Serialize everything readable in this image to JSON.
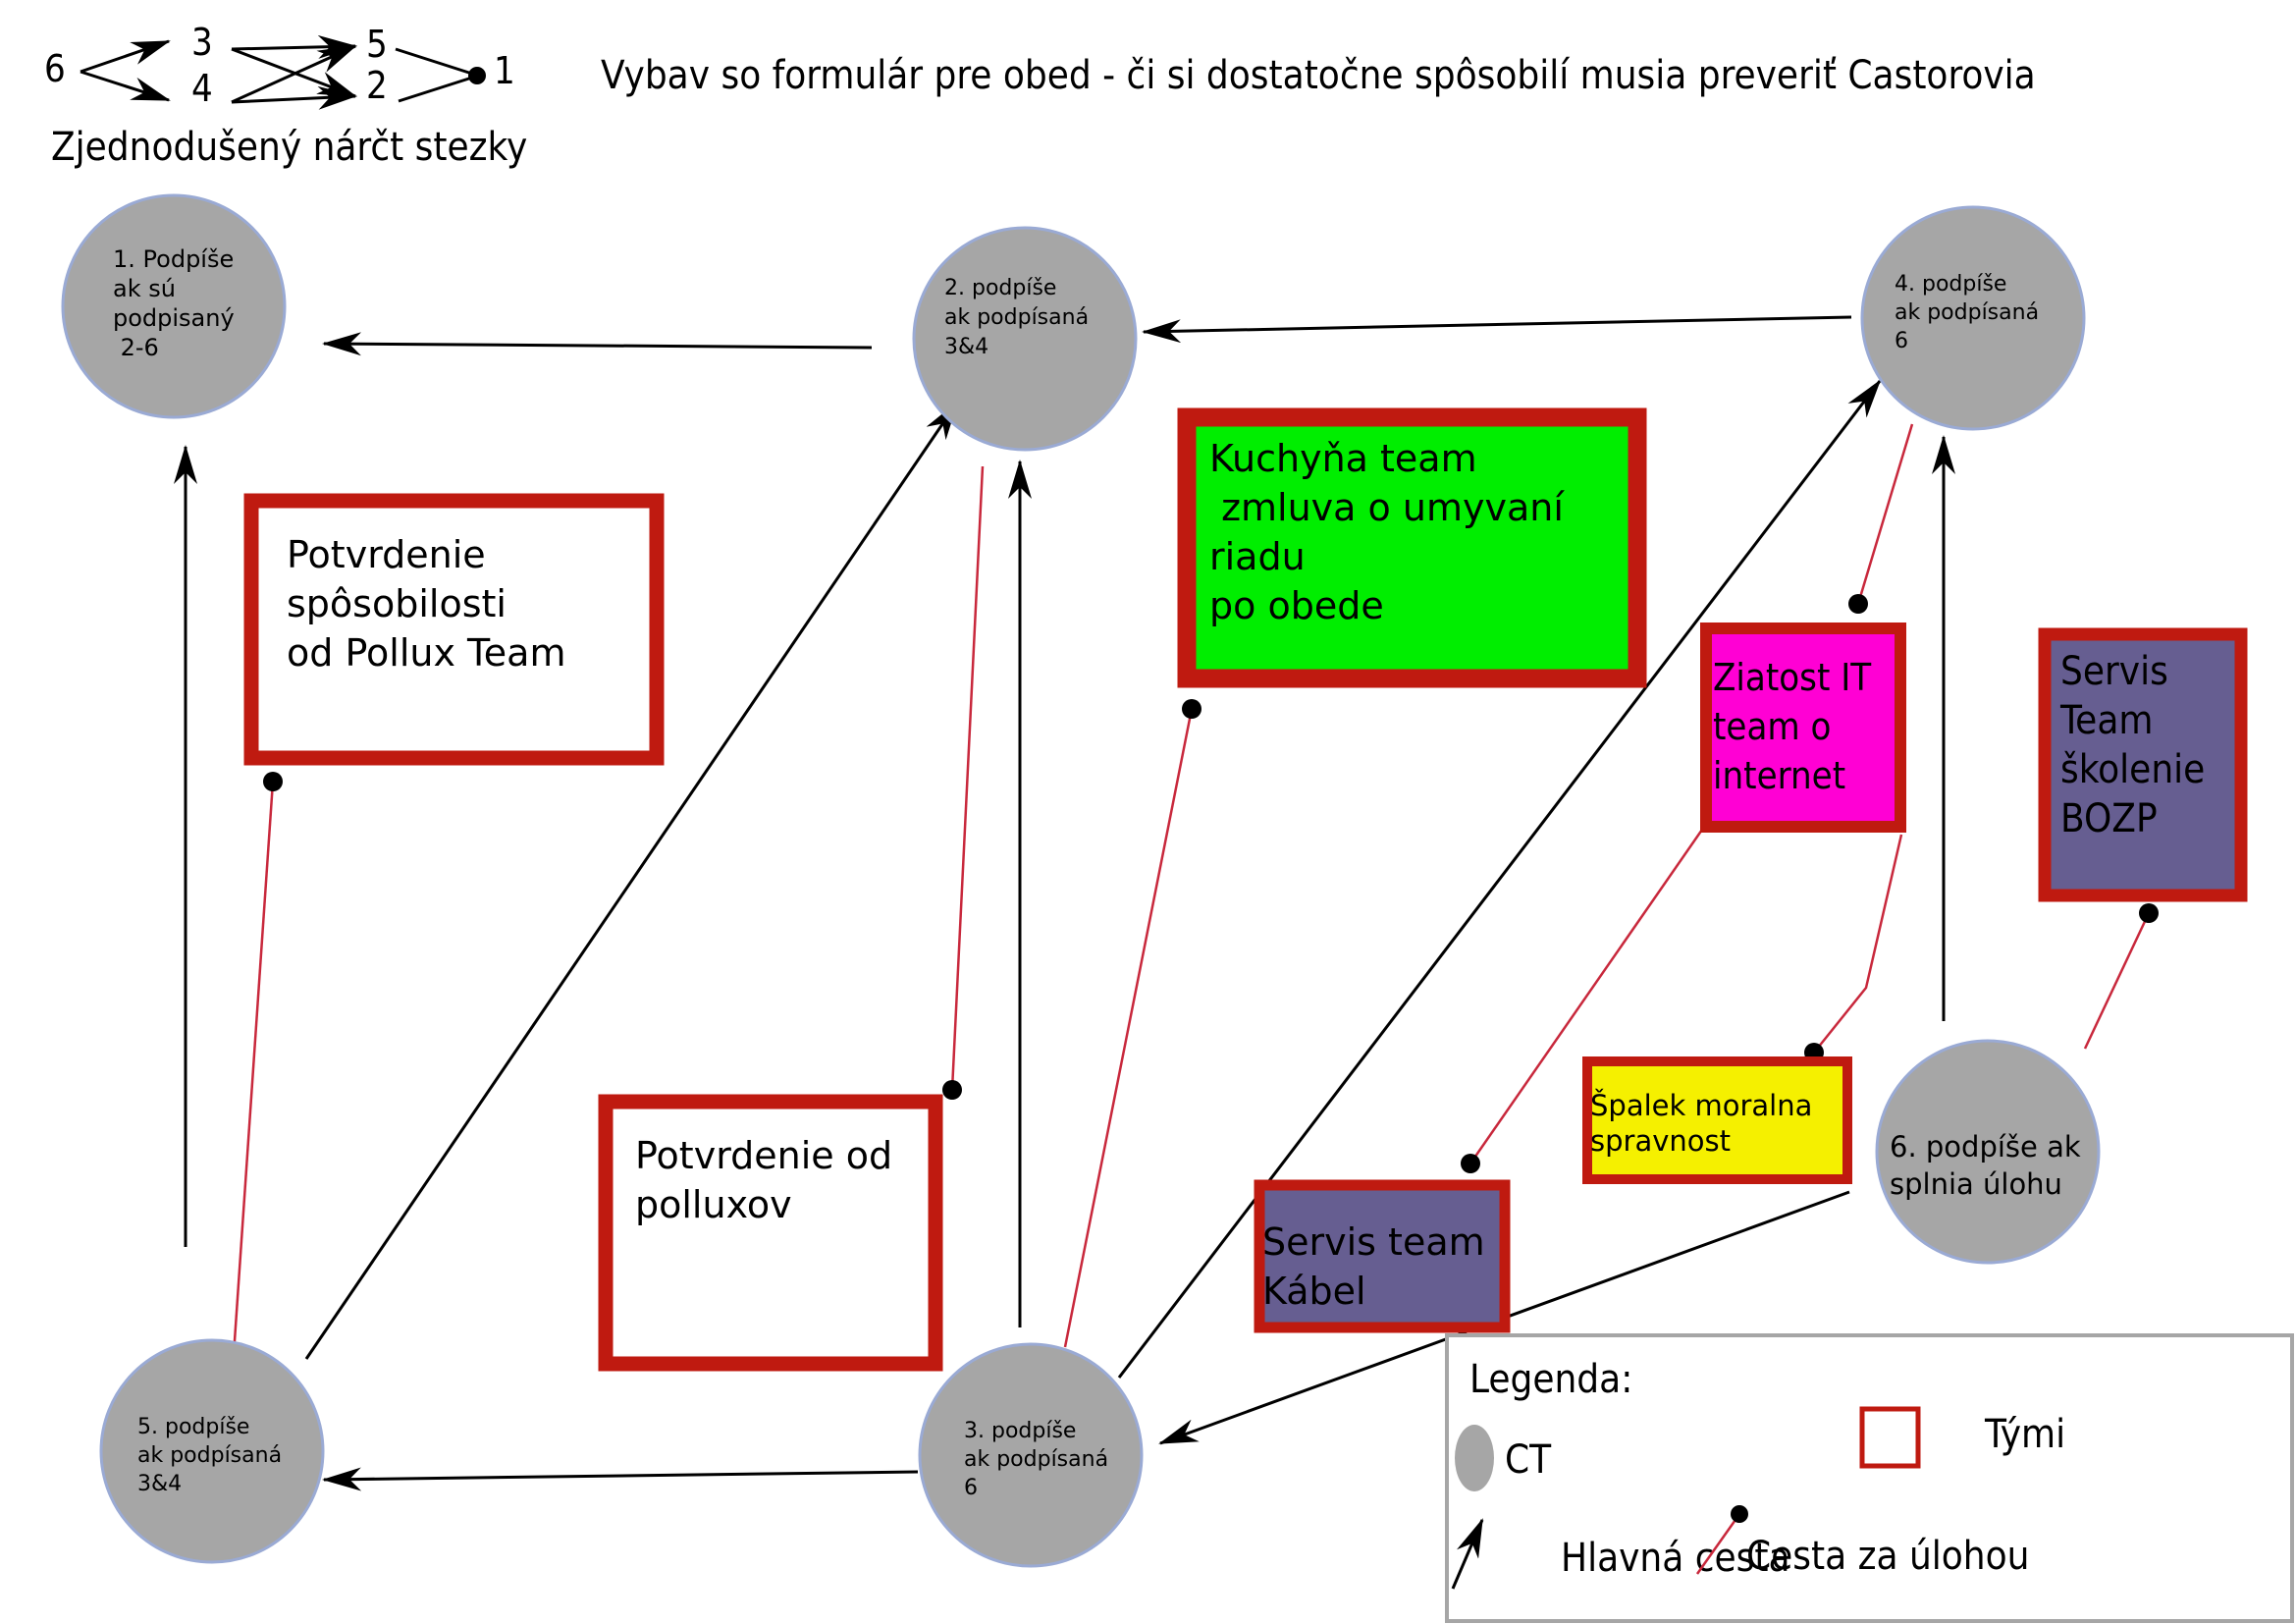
{
  "title": "Vybav so formulár pre obed - či si dostatočne spôsobilí musia preveriť Castorovia",
  "sketch": {
    "caption": "Zjednodušený nárčt stezky",
    "nodes": [
      "6",
      "3",
      "4",
      "5",
      "2",
      "1"
    ]
  },
  "checkpoints": [
    {
      "id": "1",
      "lines": [
        "1. Podpíše",
        "ak sú",
        "podpisaný",
        " 2-6"
      ]
    },
    {
      "id": "2",
      "lines": [
        "2. podpíše",
        "ak podpísaná",
        "3&4"
      ]
    },
    {
      "id": "3",
      "lines": [
        "3. podpíše",
        "ak podpísaná",
        "6"
      ]
    },
    {
      "id": "4",
      "lines": [
        "4. podpíše",
        "ak podpísaná",
        "6"
      ]
    },
    {
      "id": "5",
      "lines": [
        "5. podpíše",
        "ak podpísaná",
        "3&4"
      ]
    },
    {
      "id": "6",
      "lines": [
        "6. podpíše ak",
        "splnia úlohu"
      ]
    }
  ],
  "teams": [
    {
      "id": "pollux-team",
      "lines": [
        "Potvrdenie",
        "spôsobilosti",
        "od Pollux Team"
      ],
      "fill": "#ffffff"
    },
    {
      "id": "polluxov",
      "lines": [
        "Potvrdenie od",
        "polluxov"
      ],
      "fill": "#ffffff"
    },
    {
      "id": "kuchyna",
      "lines": [
        "Kuchyňa team",
        " zmluva o umyvaní",
        "riadu",
        "po obede"
      ],
      "fill": "#00ee00"
    },
    {
      "id": "ziatost-it",
      "lines": [
        "Ziatost IT",
        "team o",
        "internet"
      ],
      "fill": "#ff00d4"
    },
    {
      "id": "servis-bozp",
      "lines": [
        "Servis",
        "Team",
        "školenie",
        "BOZP"
      ],
      "fill": "#665e91"
    },
    {
      "id": "spalek",
      "lines": [
        "Špalek moralna",
        "spravnost"
      ],
      "fill": "#f5f000"
    },
    {
      "id": "servis-kabel",
      "lines": [
        "Servis team",
        "Kábel"
      ],
      "fill": "#665e91"
    }
  ],
  "legend": {
    "title": "Legenda:",
    "items": {
      "ct": "CT",
      "teams": "Tými",
      "main_path": "Hlavná cesta",
      "task_path": "Cesta za úlohou"
    }
  },
  "colors": {
    "circle_fill": "#a6a6a6",
    "circle_stroke": "#9aaad4",
    "team_border": "#bf1a10",
    "task_line": "#c8283c",
    "main_line": "#000000"
  }
}
